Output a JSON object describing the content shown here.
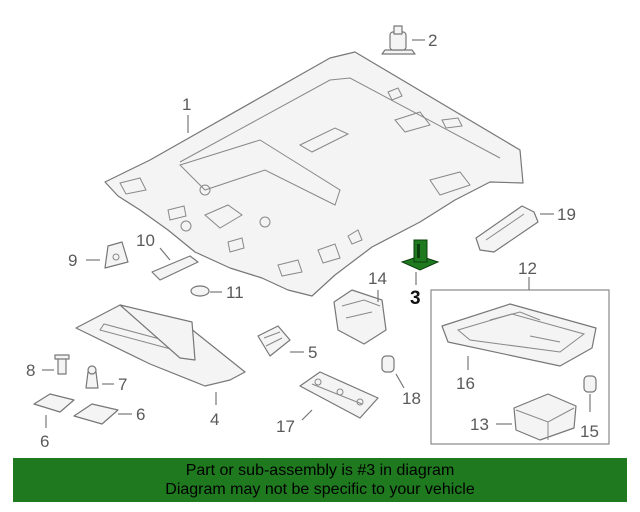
{
  "diagram": {
    "callouts": {
      "c1": "1",
      "c2": "2",
      "c3": "3",
      "c4": "4",
      "c5": "5",
      "c6a": "6",
      "c6b": "6",
      "c7": "7",
      "c8": "8",
      "c9": "9",
      "c10": "10",
      "c11": "11",
      "c12": "12",
      "c13": "13",
      "c14": "14",
      "c15": "15",
      "c16": "16",
      "c17": "17",
      "c18": "18",
      "c19": "19"
    },
    "highlight_color": "#1f7a1f"
  },
  "banner": {
    "line1": "Part or sub-assembly is #3 in diagram",
    "line2": "Diagram may not be specific to your vehicle",
    "background": "#1f7a1f"
  }
}
